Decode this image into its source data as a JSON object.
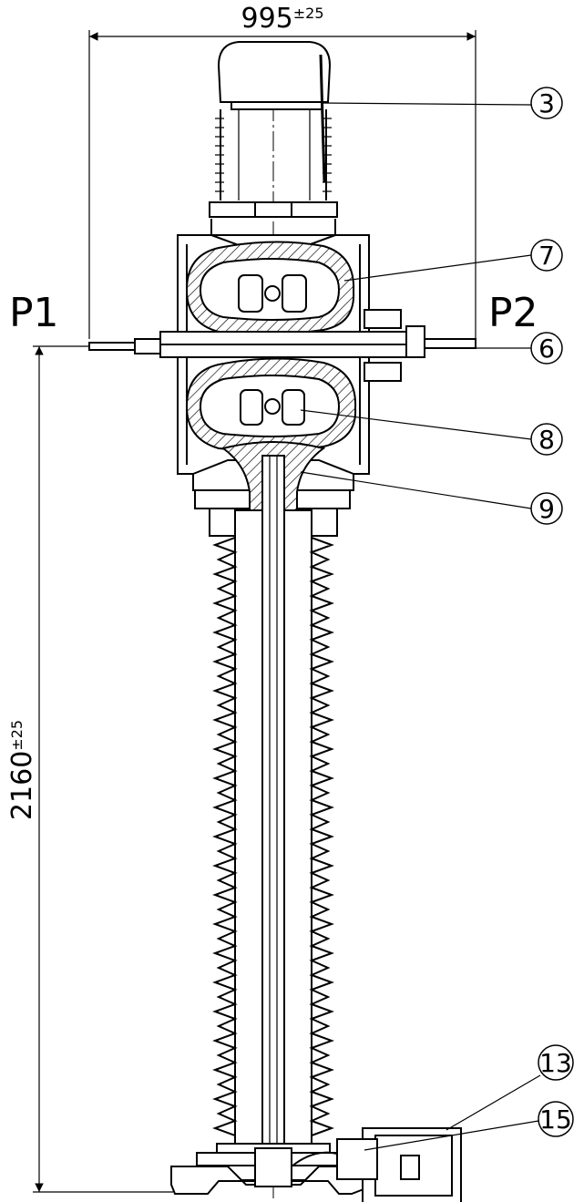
{
  "dimensions": {
    "width": {
      "value": "995",
      "tolerance": "±25"
    },
    "height": {
      "value": "2160",
      "tolerance": "±25"
    }
  },
  "ports": {
    "left": "P1",
    "right": "P2"
  },
  "callouts": [
    "3",
    "7",
    "6",
    "8",
    "9",
    "13",
    "15"
  ]
}
